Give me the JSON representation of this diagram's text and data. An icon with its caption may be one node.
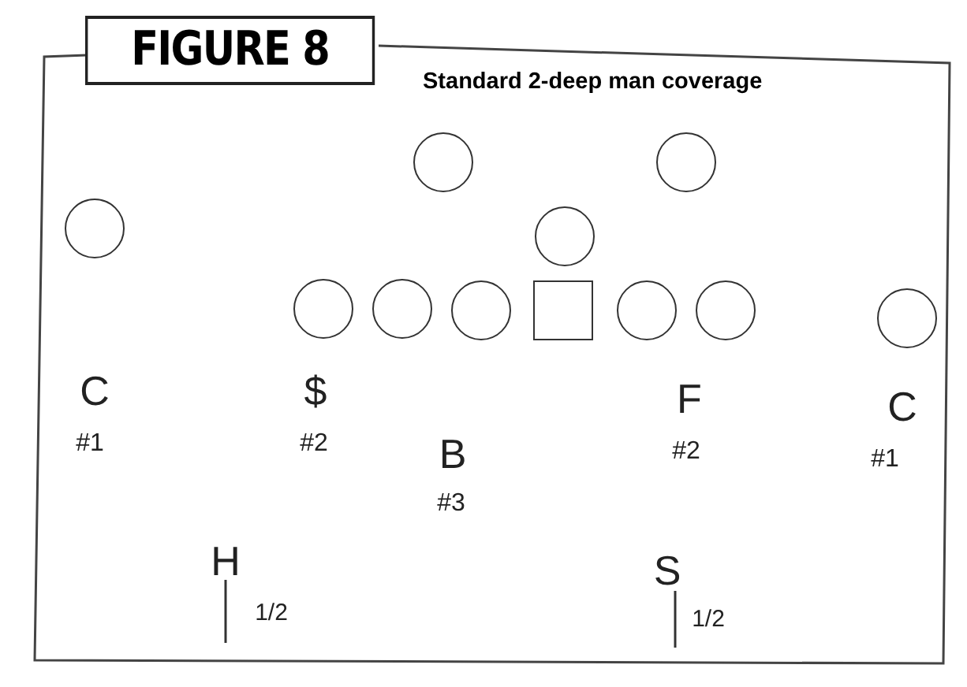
{
  "diagram": {
    "title": "FIGURE 8",
    "caption": "Standard 2-deep man coverage",
    "nodes": [
      {
        "text": [],
        "shape": "circle"
      },
      {
        "text": [],
        "shape": "circle"
      },
      {
        "text": [],
        "shape": "circle"
      },
      {
        "text": [],
        "shape": "circle"
      },
      {
        "text": [],
        "shape": "circle"
      },
      {
        "text": [],
        "shape": "circle"
      },
      {
        "text": [],
        "shape": "circle"
      },
      {
        "text": [],
        "shape": "box"
      },
      {
        "text": [],
        "shape": "circle"
      },
      {
        "text": [],
        "shape": "circle"
      },
      {
        "text": [],
        "shape": "circle"
      }
    ],
    "labels": [
      "C",
      "$",
      "F",
      "C",
      "#1",
      "#2",
      "B",
      "#2",
      "#1",
      "#3",
      "H",
      "S",
      "1/2",
      "1/2"
    ]
  }
}
